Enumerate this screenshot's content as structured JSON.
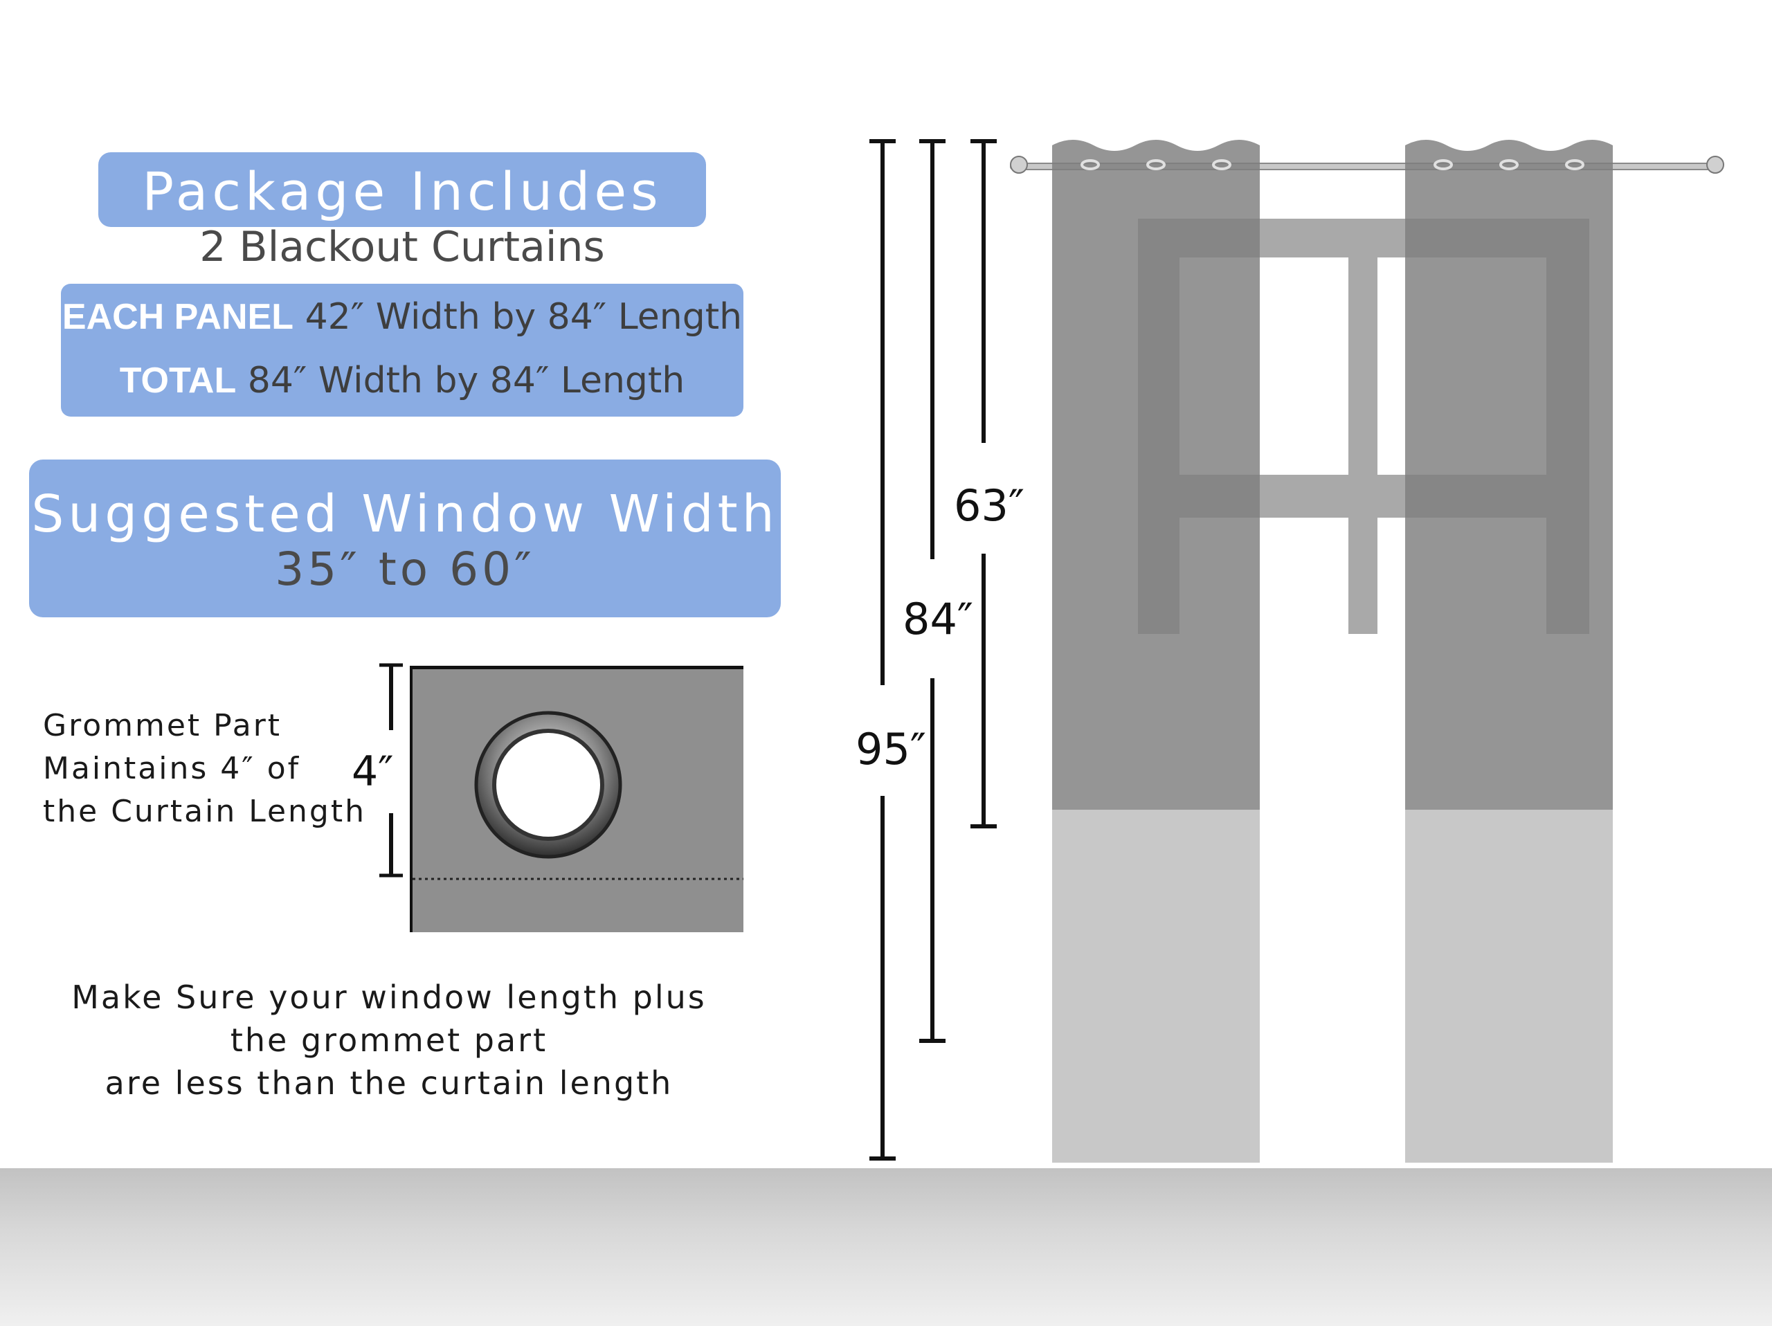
{
  "package": {
    "title": "Package Includes",
    "subtitle": "2 Blackout Curtains",
    "panel_line": {
      "label": "EACH PANEL",
      "value": "42″  Width by 84″  Length"
    },
    "total_line": {
      "label": "TOTAL",
      "value": "84″  Width by 84″  Length"
    }
  },
  "window_width": {
    "title": "Suggested Window Width",
    "range": "35″ to 60″"
  },
  "grommet": {
    "caption_lines": [
      "Grommet Part",
      "Maintains 4″ of",
      "the Curtain Length"
    ],
    "dimension": "4″"
  },
  "note": {
    "lines": [
      "Make Sure your window length plus",
      "the grommet part",
      "are less than the curtain length"
    ]
  },
  "dimensions": {
    "window_length": "63″",
    "curtain_length": "84″",
    "total_length": "95″"
  },
  "colors": {
    "accent": "#8aace3",
    "curtain": "#8c8c8c",
    "dimension_line": "#111111"
  }
}
